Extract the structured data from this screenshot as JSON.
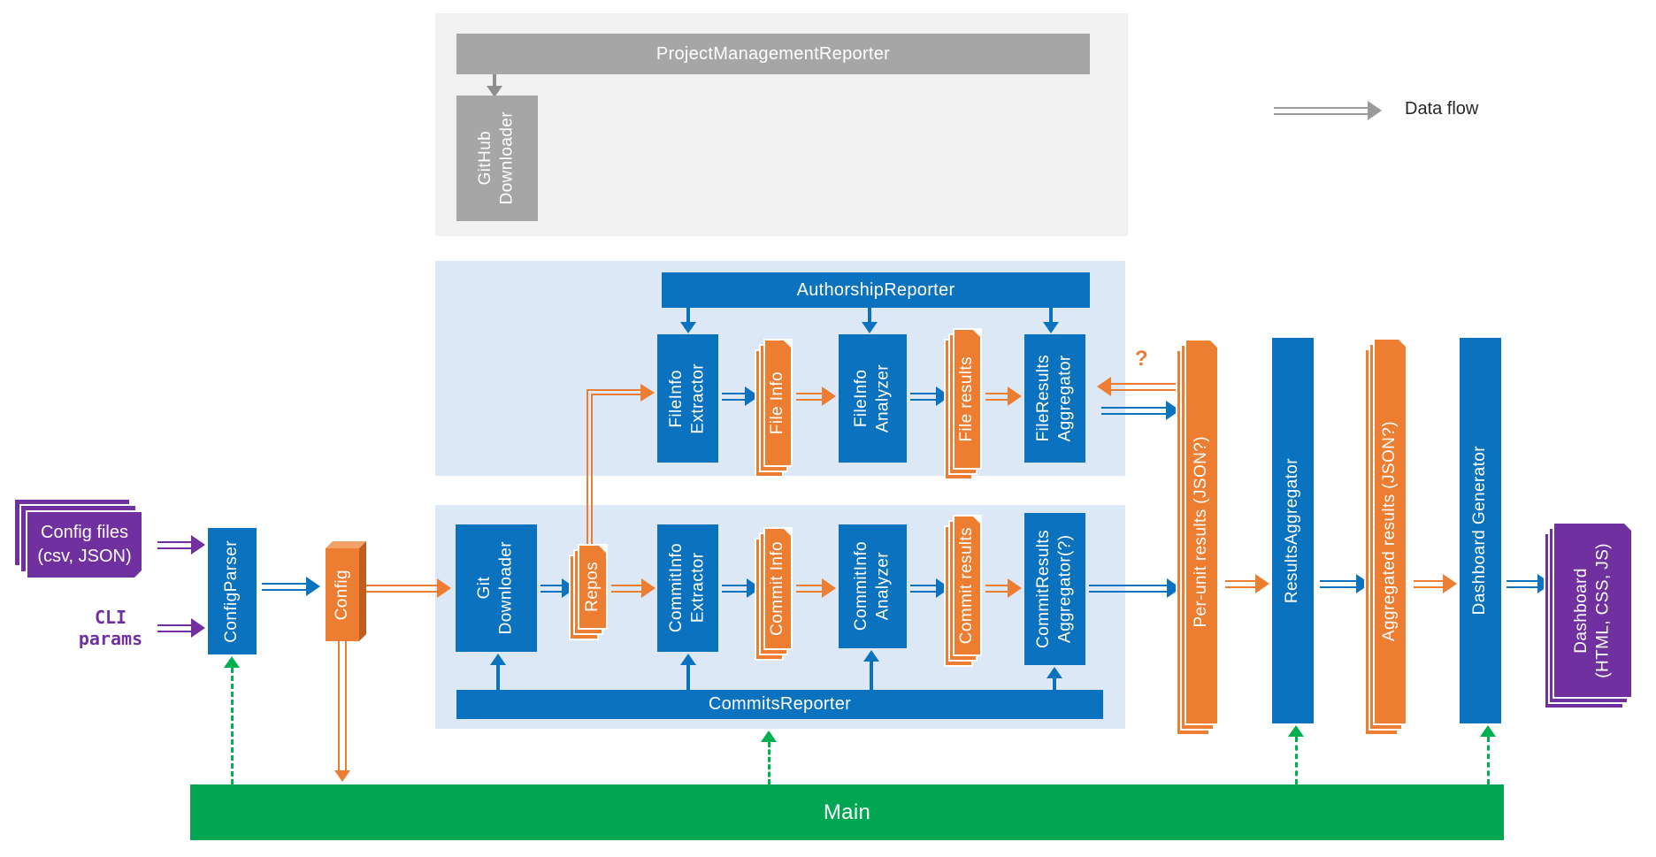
{
  "legend": {
    "data_flow": "Data flow"
  },
  "project_management_reporter": {
    "title": "ProjectManagementReporter",
    "github_downloader": "GitHub\nDownloader"
  },
  "authorship_reporter": {
    "title": "AuthorshipReporter",
    "fileinfo_extractor": "FileInfo\nExtractor",
    "file_info": "File Info",
    "fileinfo_analyzer": "FileInfo\nAnalyzer",
    "file_results": "File results",
    "fileresults_aggregator": "FileResults\nAggregator",
    "uncertain_flow_label": "?"
  },
  "commits_reporter": {
    "title": "CommitsReporter",
    "git_downloader": "Git\nDownloader",
    "repos": "Repos",
    "commitinfo_extractor": "CommitInfo\nExtractor",
    "commit_info": "Commit Info",
    "commitinfo_analyzer": "CommitInfo\nAnalyzer",
    "commit_results": "Commit results",
    "commitresults_aggregator": "CommitResults\nAggregator(?)"
  },
  "inputs": {
    "config_files": "Config files\n(csv, JSON)",
    "cli_params": "CLI\nparams",
    "config_parser": "ConfigParser",
    "config": "Config"
  },
  "pipeline_outputs": {
    "per_unit_results": "Per-unit results (JSON?)",
    "results_aggregator": "ResultsAggregator",
    "aggregated_results": "Aggregated results (JSON?)",
    "dashboard_generator": "Dashboard Generator",
    "dashboard": "Dashboard\n(HTML, CSS, JS)"
  },
  "main": {
    "label": "Main"
  },
  "colors": {
    "blue": "#0B72BF",
    "orange": "#ED7D31",
    "purple": "#7030A0",
    "green_bar": "#00A651",
    "green_arrow": "#00B050",
    "gray": "#A6A6A6",
    "panel_gray": "#F1F1F2",
    "panel_blue": "#DDE8F6"
  }
}
